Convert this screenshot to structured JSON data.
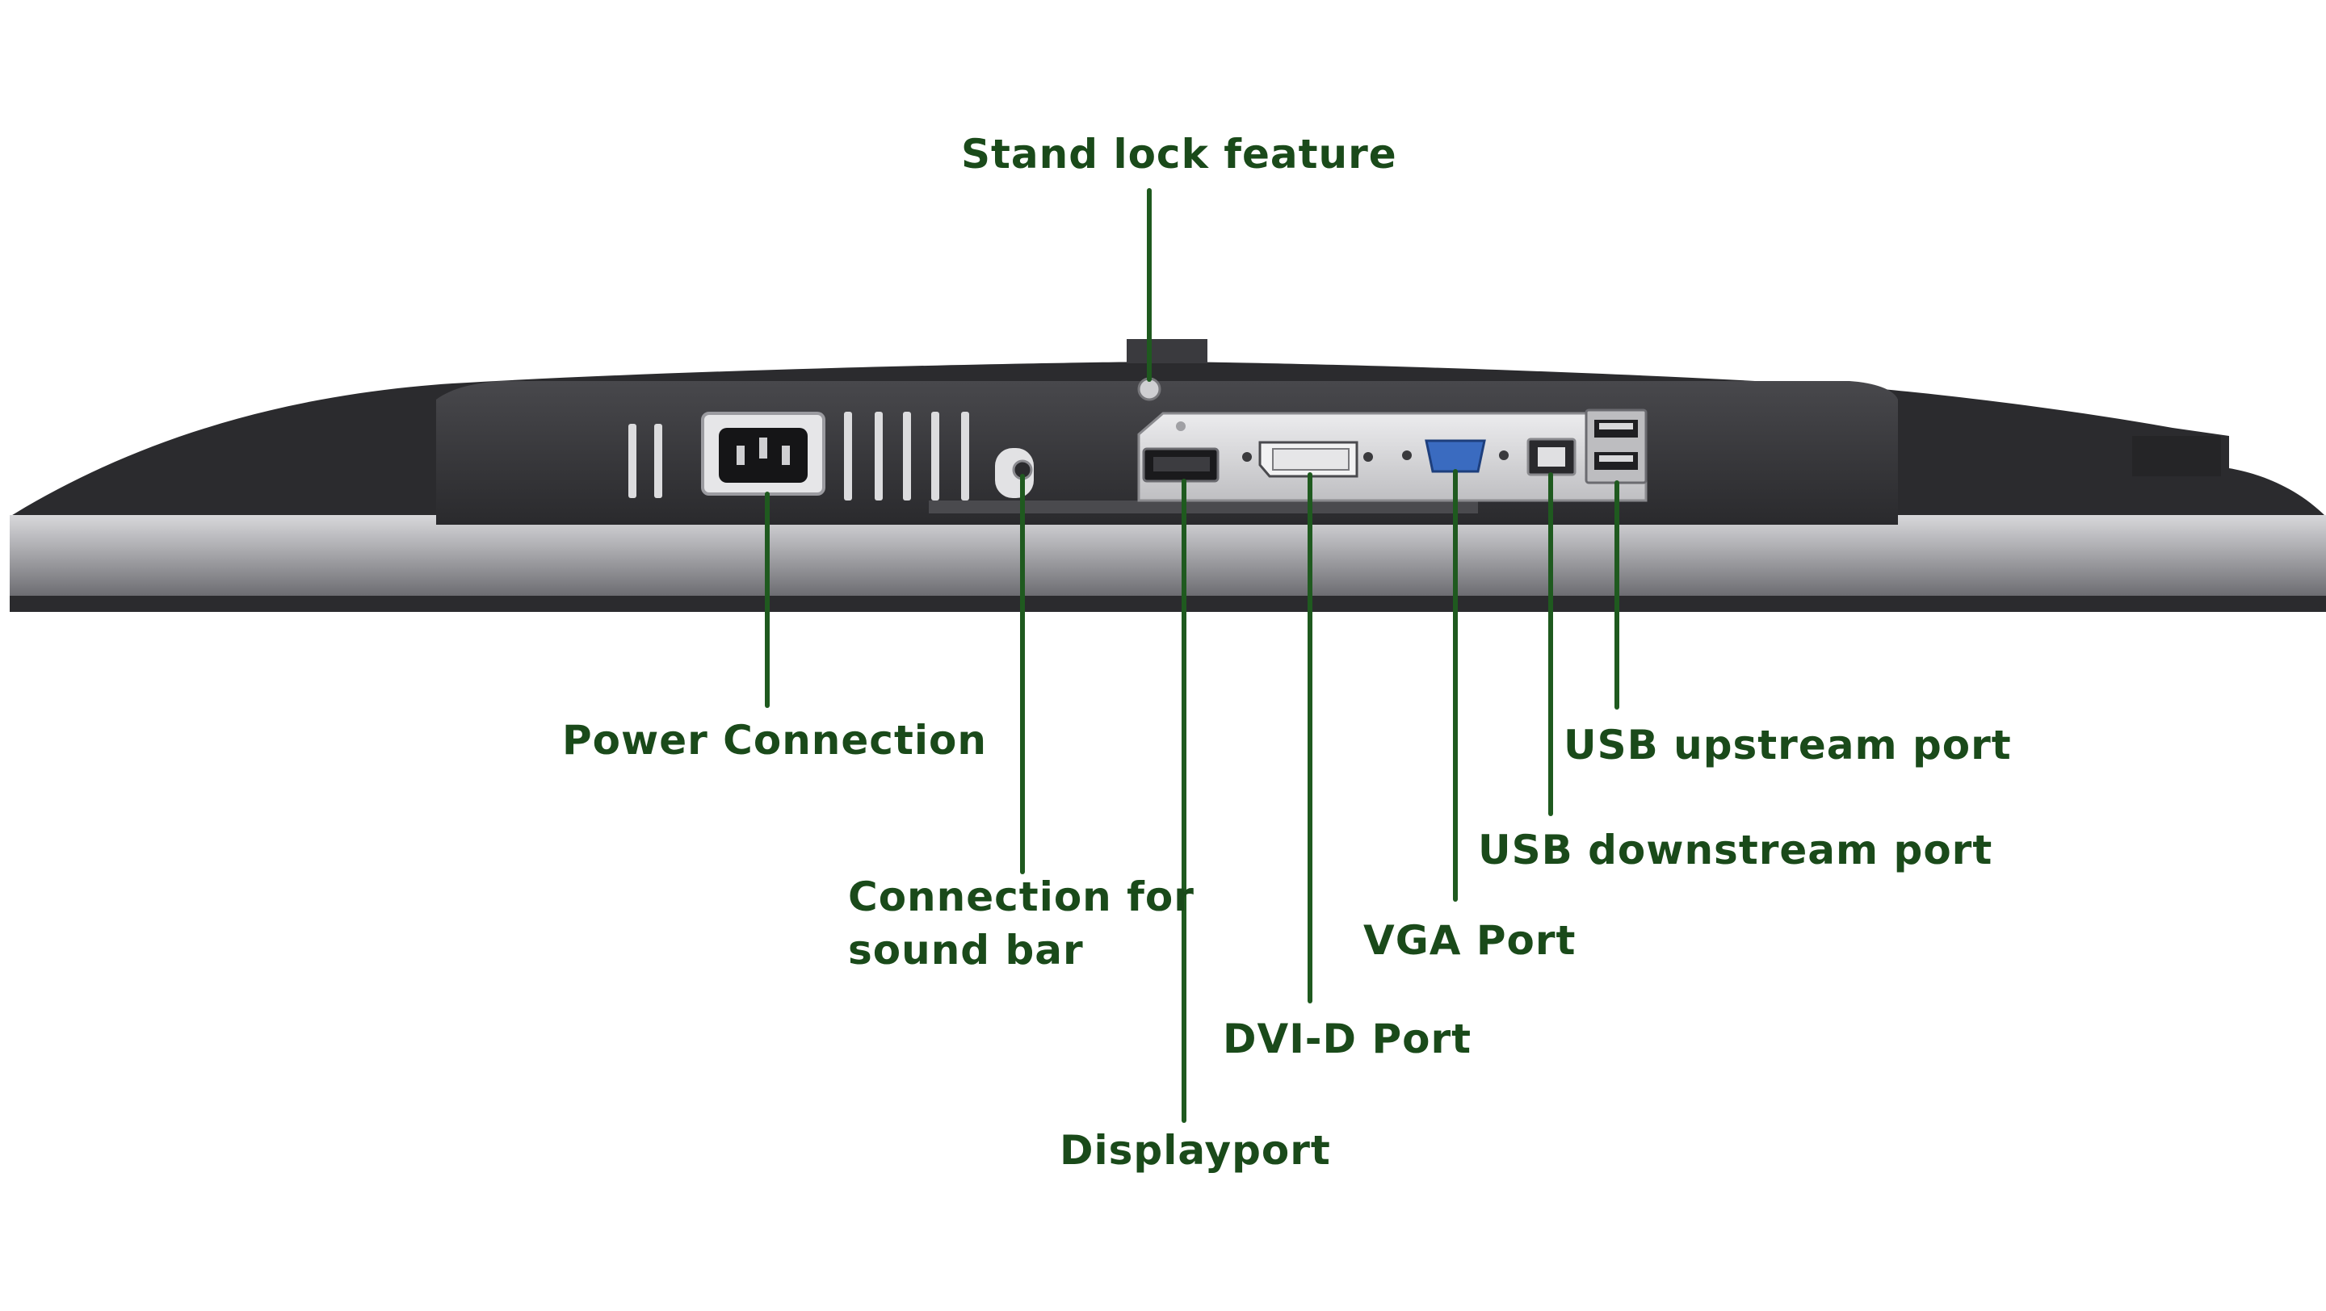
{
  "colors": {
    "label_text": "#1a4a1a",
    "leader_line": "#1f5a1f",
    "monitor_frame_dark": "#2b2b2e",
    "monitor_frame_silver": "#a9a9ad",
    "port_panel": "#d6d6d8",
    "vga_port": "#3a6bc0"
  },
  "callouts": {
    "stand_lock": "Stand lock feature",
    "power": "Power Connection",
    "sound_bar_line1": "Connection for",
    "sound_bar_line2": "sound bar",
    "displayport": "Displayport",
    "dvi": "DVI-D Port",
    "vga": "VGA Port",
    "usb_downstream": "USB downstream port",
    "usb_upstream": "USB upstream port"
  }
}
